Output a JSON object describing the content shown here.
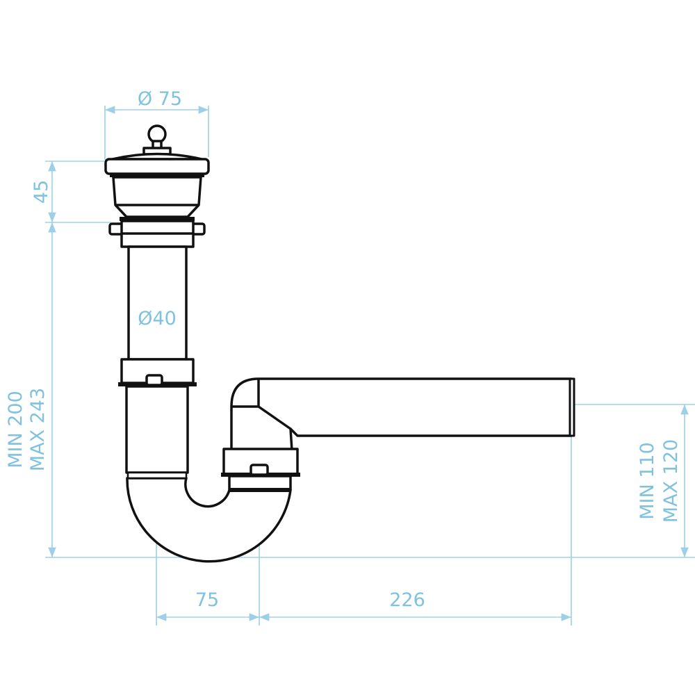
{
  "dimensions": {
    "strainer_diameter": "Ø 75",
    "pipe_diameter": "Ø40",
    "strainer_height": "45",
    "vertical_min": "MIN 200",
    "vertical_max": "MAX 243",
    "outlet_min": "MIN 110",
    "outlet_max": "MAX 120",
    "trap_offset": "75",
    "outlet_length": "226"
  },
  "colors": {
    "dimension": "#9dd0e8",
    "outline": "#111111"
  }
}
